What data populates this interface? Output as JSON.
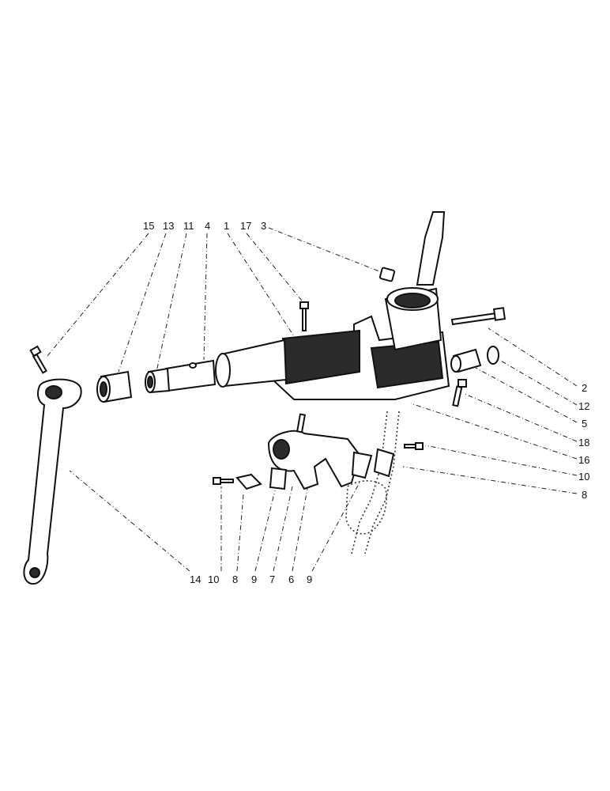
{
  "callouts_top": [
    "15",
    "13",
    "11",
    "4",
    "1",
    "17",
    "3"
  ],
  "callouts_right": [
    "2",
    "12",
    "5",
    "18",
    "16",
    "10",
    "8"
  ],
  "callouts_bottom": [
    "14",
    "10",
    "8",
    "9",
    "7",
    "6",
    "9"
  ]
}
